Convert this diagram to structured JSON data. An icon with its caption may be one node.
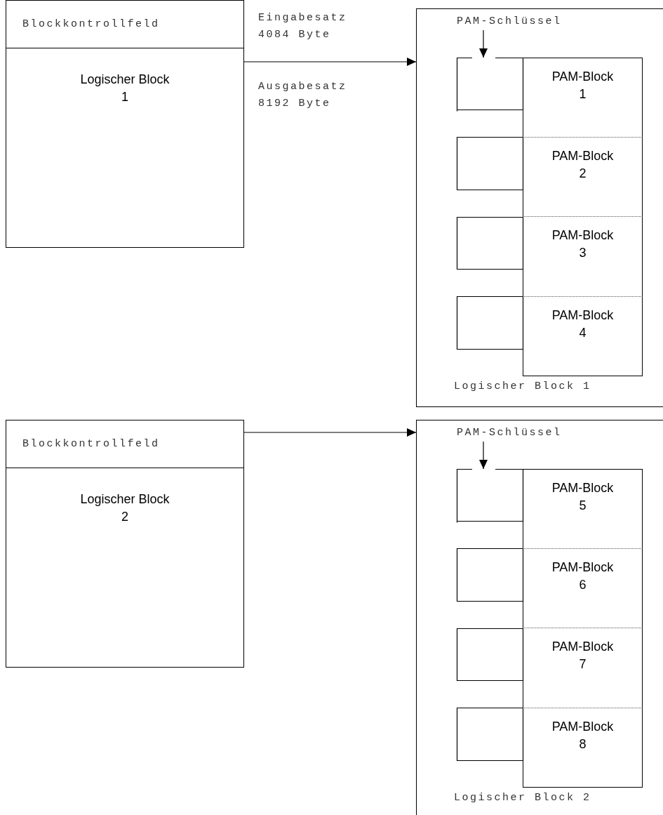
{
  "diagram": {
    "nodes": [
      {
        "text": [
          "Blockkontrollfeld",
          "Logischer Block 1"
        ]
      },
      {
        "text": [
          "Logischer Block 1"
        ]
      },
      {
        "text": [
          "PAM-Schlüssel"
        ],
        "in": 1
      },
      {
        "text": [],
        "shape": "box",
        "in": 1
      },
      {
        "text": [
          "PAM-Block 1"
        ],
        "in": 1
      },
      {
        "text": [],
        "shape": "box",
        "in": 1
      },
      {
        "text": [
          "PAM-Block 2"
        ],
        "in": 1
      },
      {
        "text": [],
        "shape": "box",
        "in": 1
      },
      {
        "text": [
          "PAM-Block 3"
        ],
        "in": 1
      },
      {
        "text": [],
        "shape": "box",
        "in": 1
      },
      {
        "text": [
          "PAM-Block 4"
        ],
        "in": 1
      },
      {
        "text": [
          "Blockkontrollfeld",
          "Logischer Block 2"
        ]
      },
      {
        "text": [
          "Logischer Block 2"
        ]
      },
      {
        "text": [
          "PAM-Schlüssel"
        ],
        "in": 12
      },
      {
        "text": [],
        "shape": "box",
        "in": 12
      },
      {
        "text": [
          "PAM-Block 5"
        ],
        "in": 12
      },
      {
        "text": [],
        "shape": "box",
        "in": 12
      },
      {
        "text": [
          "PAM-Block 6"
        ],
        "in": 12
      },
      {
        "text": [],
        "shape": "box",
        "in": 12
      },
      {
        "text": [
          "PAM-Block 7"
        ],
        "in": 12
      },
      {
        "text": [],
        "shape": "box",
        "in": 12
      },
      {
        "text": [
          "PAM-Block 8"
        ],
        "in": 12
      }
    ],
    "edges": [
      {
        "from": 0,
        "to": 1,
        "arrow": "to"
      },
      {
        "from": 2,
        "to": 3,
        "arrow": "to"
      },
      {
        "from": 11,
        "to": 12,
        "arrow": "to"
      },
      {
        "from": 13,
        "to": 14,
        "arrow": "to"
      }
    ],
    "labels": [
      "Eingabesatz 4084 Byte",
      "Ausgabesatz 8192 Byte"
    ]
  }
}
